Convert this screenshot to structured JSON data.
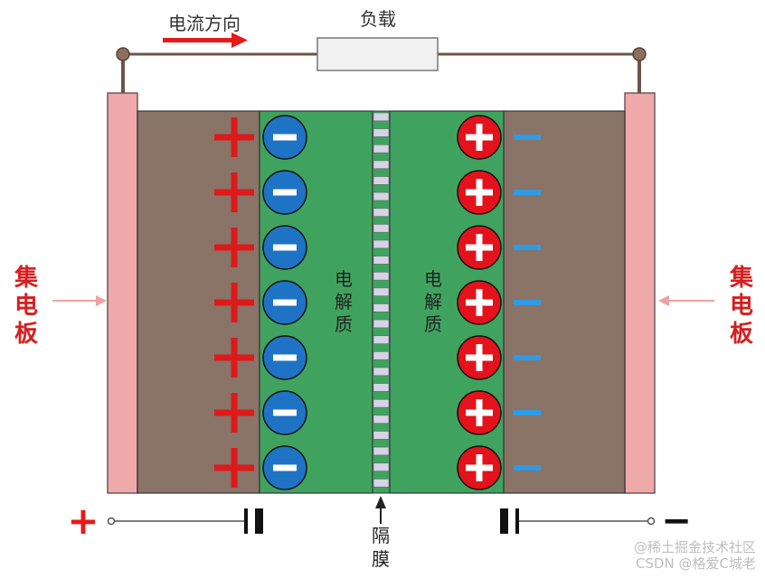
{
  "labels": {
    "current_direction": "电流方向",
    "load": "负载",
    "collector_left": [
      "集",
      "电",
      "板"
    ],
    "collector_right": [
      "集",
      "电",
      "板"
    ],
    "electrolyte_left": [
      "电",
      "解",
      "质"
    ],
    "electrolyte_right": [
      "电",
      "解",
      "质"
    ],
    "separator": [
      "隔",
      "膜"
    ],
    "terminal_positive": "+",
    "terminal_negative": "−",
    "watermark_line1": "@稀土掘金技术社区",
    "watermark_line2": "CSDN @格爱C城老"
  },
  "symbols": {
    "plus": "+",
    "minus": "−"
  },
  "layout": {
    "charge_rows": 7,
    "separator_segments": 24
  },
  "colors": {
    "collector": "#f0a9aa",
    "electrode": "#8a7367",
    "electrolyte": "#3fa35f",
    "negative_ion": "#1f73c4",
    "positive_ion": "#e3121b",
    "plus_sign": "#dd1a1a",
    "minus_sign": "#2f9be3",
    "wire": "#6b5448",
    "load_fill": "#f1f1f1",
    "separator_light": "#d4d4e6",
    "arrow": "#e31b1b",
    "pointer_arrow": "#f0a0a0"
  }
}
